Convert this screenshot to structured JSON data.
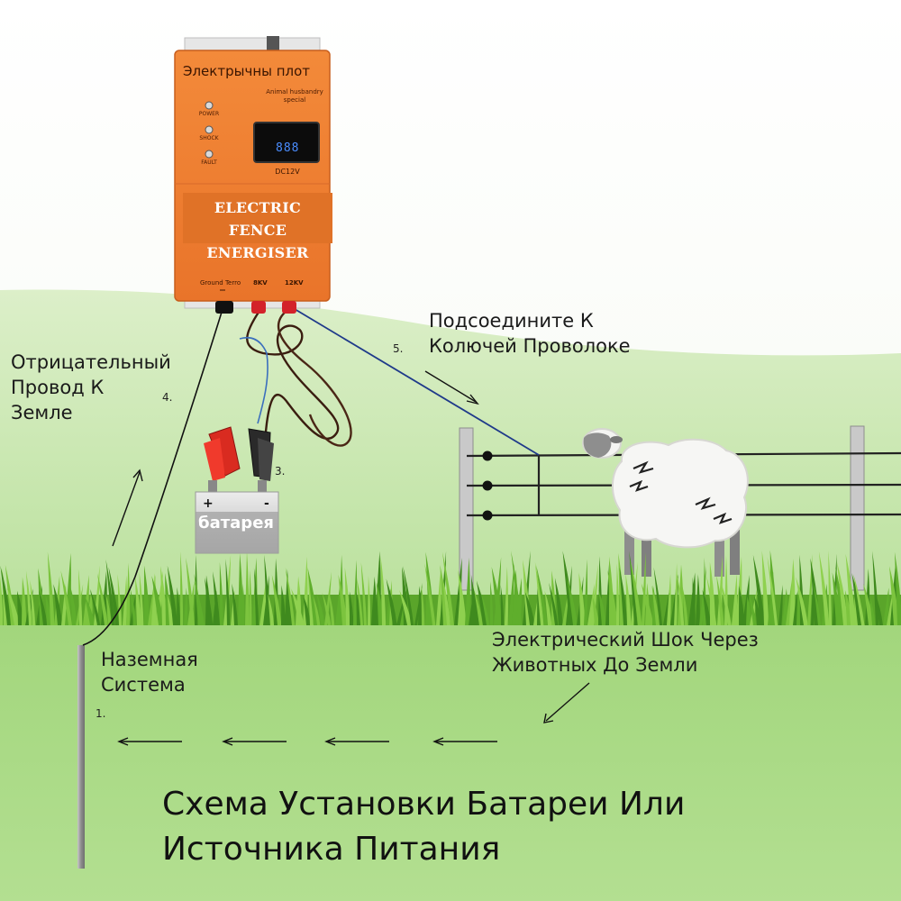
{
  "device": {
    "title": "Электрычны плот",
    "subtitle": "Animal husbandry special",
    "indicators": [
      "POWER",
      "SHOCK",
      "FAULT"
    ],
    "display": "888",
    "voltage": "DC12V",
    "heading_line1": "ELECTRIC FENCE",
    "heading_line2": "ENERGISER",
    "terminals": [
      "Ground Terro",
      "8KV",
      "12KV"
    ]
  },
  "labels": {
    "negative_wire": [
      "Отрицательный",
      "Провод К",
      "Земле"
    ],
    "connect_barbed": [
      "Подсоедините К",
      "Колючей Проволоке"
    ],
    "ground_system": [
      "Наземная",
      "Система"
    ],
    "shock_path": [
      "Электрический Шок Через",
      "Животных До Земли"
    ]
  },
  "steps": [
    "1.",
    "3.",
    "4.",
    "5."
  ],
  "battery": {
    "label": "батарея",
    "plus": "+",
    "minus": "-"
  },
  "title": [
    "Схема Установки Батареи Или",
    "Источника Питания"
  ],
  "colors": {
    "sky": "#ffffff",
    "field_light": "#d8efc3",
    "field": "#a9d88a",
    "ground": "#acdc86",
    "grass_dark": "#3f8a1e",
    "grass_light": "#7cc43e",
    "device_orange": "#ef7f2f",
    "device_dark": "#c2561a",
    "wire_blue": "#1f3a8a",
    "rod_gray": "#9a9a9a"
  }
}
